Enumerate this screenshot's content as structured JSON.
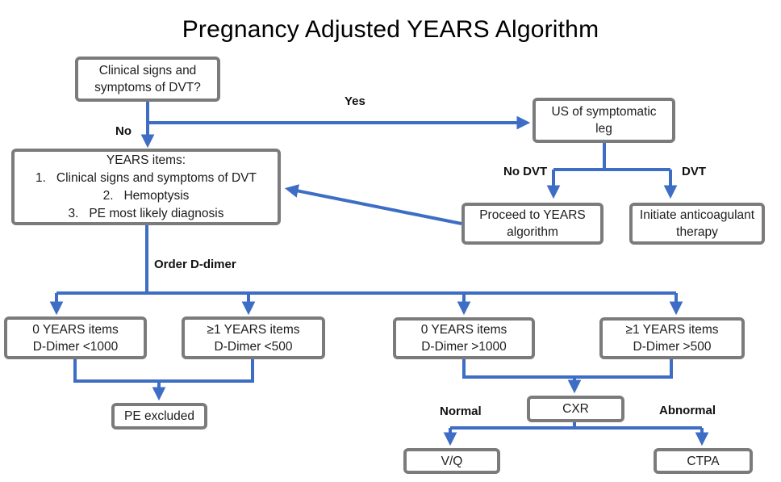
{
  "title": "Pregnancy Adjusted YEARS Algorithm",
  "colors": {
    "arrow_blue": "#3e6dc5",
    "box_border_gray": "#7b7b7b",
    "text": "#1c1c1c"
  },
  "nodes": {
    "clinical": {
      "lines": [
        "Clinical signs and",
        "symptoms of DVT?"
      ]
    },
    "us_leg": {
      "lines": [
        "US of symptomatic",
        "leg"
      ]
    },
    "years": {
      "heading": "YEARS items:",
      "items": [
        "1.   Clinical signs and symptoms of DVT",
        "2.   Hemoptysis",
        "3.   PE most likely diagnosis"
      ]
    },
    "proceed": {
      "lines": [
        "Proceed to YEARS",
        "algorithm"
      ]
    },
    "initiate": {
      "lines": [
        "Initiate anticoagulant",
        "therapy"
      ]
    },
    "b0_lt1000": {
      "lines": [
        "0 YEARS items",
        "D-Dimer <1000"
      ]
    },
    "bge1_lt500": {
      "lines": [
        "≥1 YEARS items",
        "D-Dimer <500"
      ]
    },
    "b0_gt1000": {
      "lines": [
        "0 YEARS items",
        "D-Dimer >1000"
      ]
    },
    "bge1_gt500": {
      "lines": [
        "≥1 YEARS items",
        "D-Dimer >500"
      ]
    },
    "pe_excluded": {
      "lines": [
        "PE excluded"
      ]
    },
    "cxr": {
      "lines": [
        "CXR"
      ]
    },
    "vq": {
      "lines": [
        "V/Q"
      ]
    },
    "ctpa": {
      "lines": [
        "CTPA"
      ]
    }
  },
  "edge_labels": {
    "yes": "Yes",
    "no": "No",
    "no_dvt": "No DVT",
    "dvt": "DVT",
    "order_ddimer": "Order D-dimer",
    "normal": "Normal",
    "abnormal": "Abnormal"
  }
}
